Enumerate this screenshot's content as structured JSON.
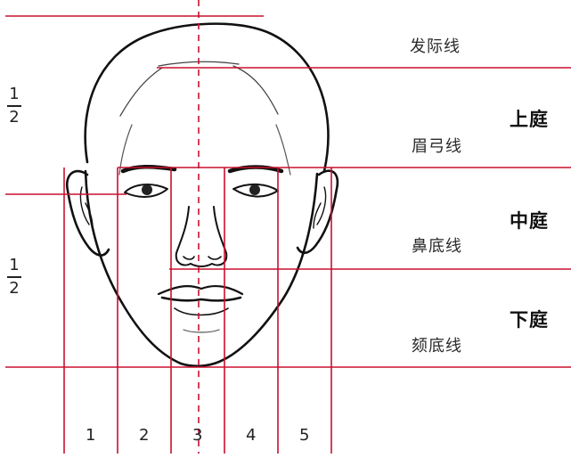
{
  "colors": {
    "guide_line": "#c8102e",
    "stroke": "#111111"
  },
  "lines": {
    "hairline": "发际线",
    "brow": "眉弓线",
    "nose_base": "鼻底线",
    "chin_base": "颏底线"
  },
  "courts": {
    "upper": "上庭",
    "middle": "中庭",
    "lower": "下庭"
  },
  "fractions": {
    "top": {
      "numerator": "1",
      "denominator": "2"
    },
    "bottom": {
      "numerator": "1",
      "denominator": "2"
    }
  },
  "columns": [
    "1",
    "2",
    "3",
    "4",
    "5"
  ]
}
